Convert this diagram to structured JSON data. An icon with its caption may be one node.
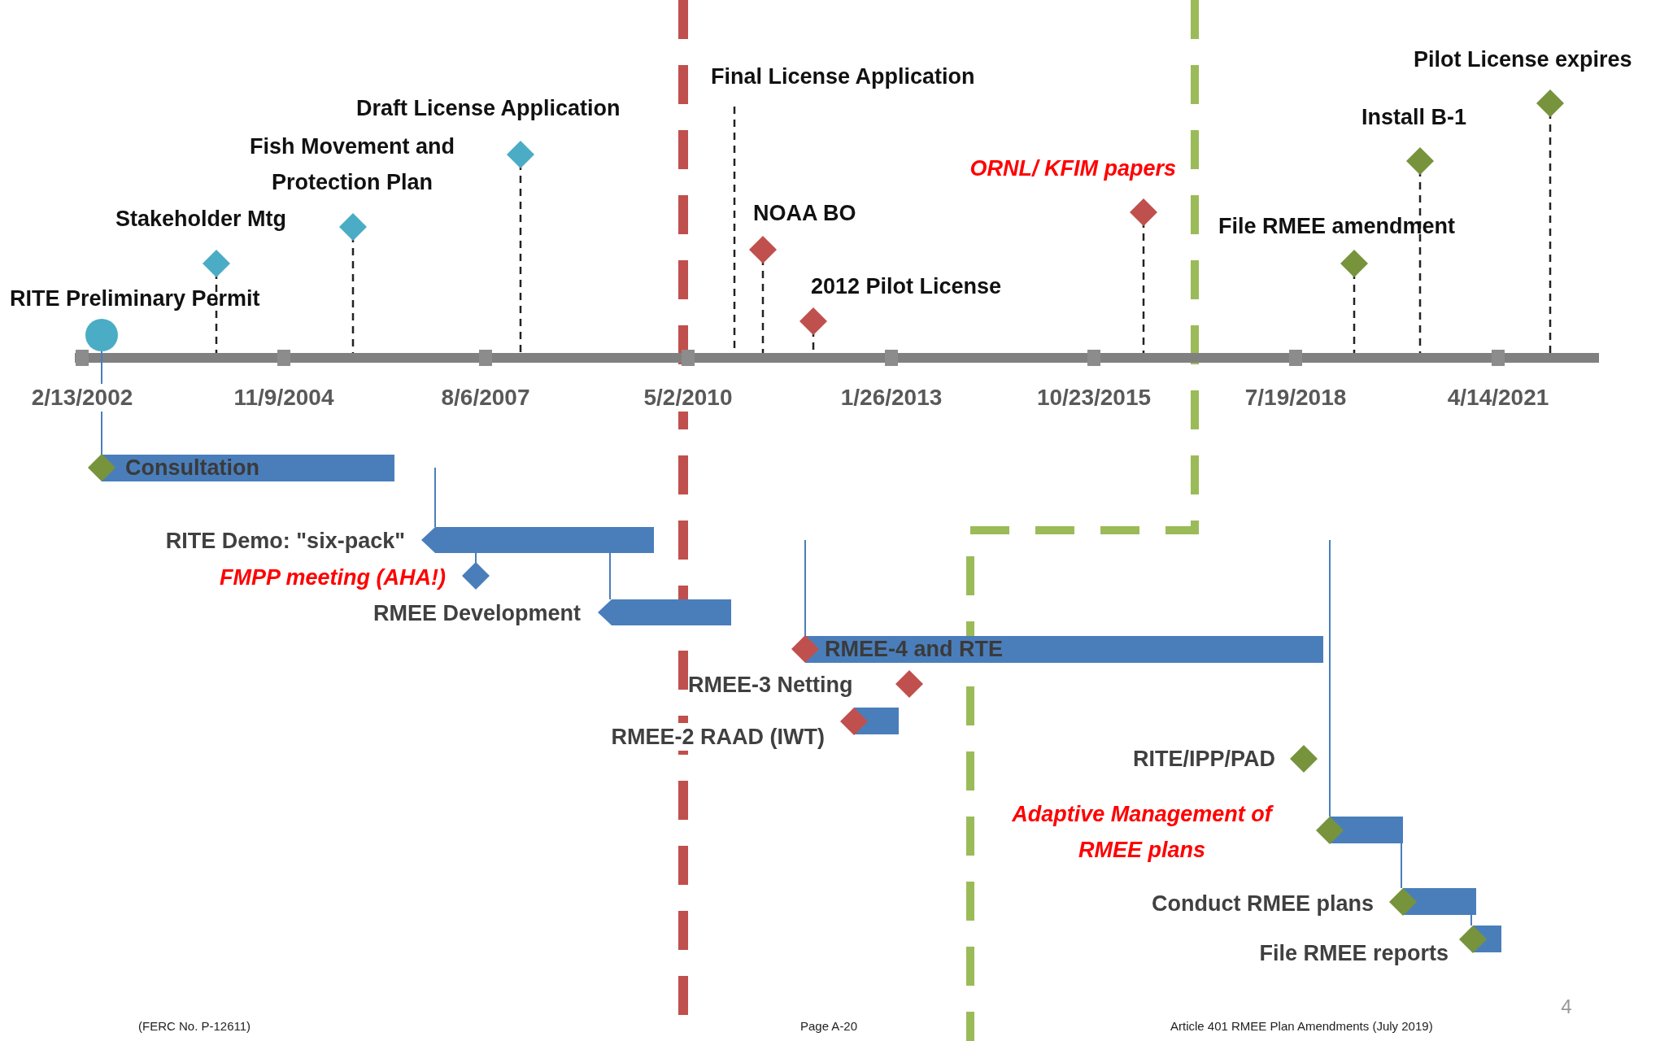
{
  "diagram": {
    "nodes": [
      {
        "text": [
          "Consultation"
        ]
      },
      {
        "text": [
          "RMEE-4 and RTE"
        ]
      },
      {
        "text": [],
        "shape": "bar",
        "beside": [
          "RITE Demo: \"six-pack\""
        ]
      },
      {
        "text": [],
        "shape": "bar",
        "beside": [
          "RMEE Development"
        ]
      },
      {
        "text": [],
        "shape": "bar",
        "beside": [
          "RMEE-2 RAAD (IWT)"
        ]
      },
      {
        "text": [],
        "shape": "bar",
        "beside": [
          "Adaptive Management of RMEE plans"
        ]
      },
      {
        "text": [],
        "shape": "bar",
        "beside": [
          "Conduct RMEE plans"
        ]
      },
      {
        "text": [],
        "shape": "bar",
        "beside": [
          "File RMEE reports"
        ]
      }
    ],
    "edges": [
      {
        "from": 2,
        "to": 3,
        "arrow": "none"
      },
      {
        "from": 5,
        "to": 6,
        "arrow": "none"
      },
      {
        "from": 6,
        "to": 7,
        "arrow": "none"
      }
    ],
    "labels": [
      "Pilot License expires",
      "Final License Application",
      "Draft License Application",
      "Install B-1",
      "Fish Movement and Protection Plan",
      "ORNL/ KFIM papers",
      "Stakeholder Mtg",
      "NOAA BO",
      "File RMEE amendment",
      "2012 Pilot License",
      "RITE Preliminary Permit",
      "2/13/2002",
      "11/9/2004",
      "8/6/2007",
      "5/2/2010",
      "1/26/2013",
      "10/23/2015",
      "7/19/2018",
      "4/14/2021",
      "FMPP meeting (AHA!)",
      "RMEE-3 Netting",
      "RITE/IPP/PAD",
      "4",
      "(FERC No. P-12611)",
      "Page A-20",
      "Article 401 RMEE Plan Amendments (July 2019)"
    ]
  }
}
